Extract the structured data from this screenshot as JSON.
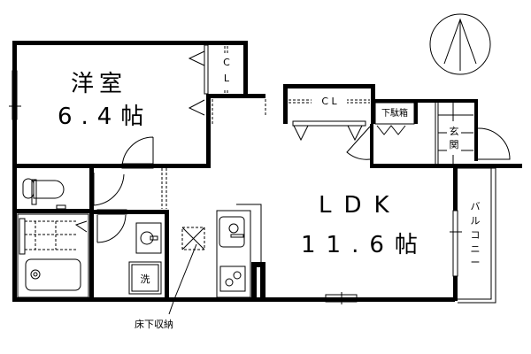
{
  "rooms": {
    "bedroom": {
      "name": "洋室",
      "size": "6.4帖"
    },
    "ldk": {
      "name": "LDK",
      "size": "11.6帖"
    }
  },
  "labels": {
    "closet1": [
      "C",
      "L"
    ],
    "closet2": "C L",
    "shoe_box": "下駄箱",
    "entrance": [
      "玄",
      "関"
    ],
    "balcony": [
      "バ",
      "ル",
      "コ",
      "ニ",
      "ー"
    ],
    "laundry": "洗",
    "underfloor_storage": "床下収納"
  },
  "colors": {
    "line": "#000000",
    "background": "#ffffff"
  }
}
